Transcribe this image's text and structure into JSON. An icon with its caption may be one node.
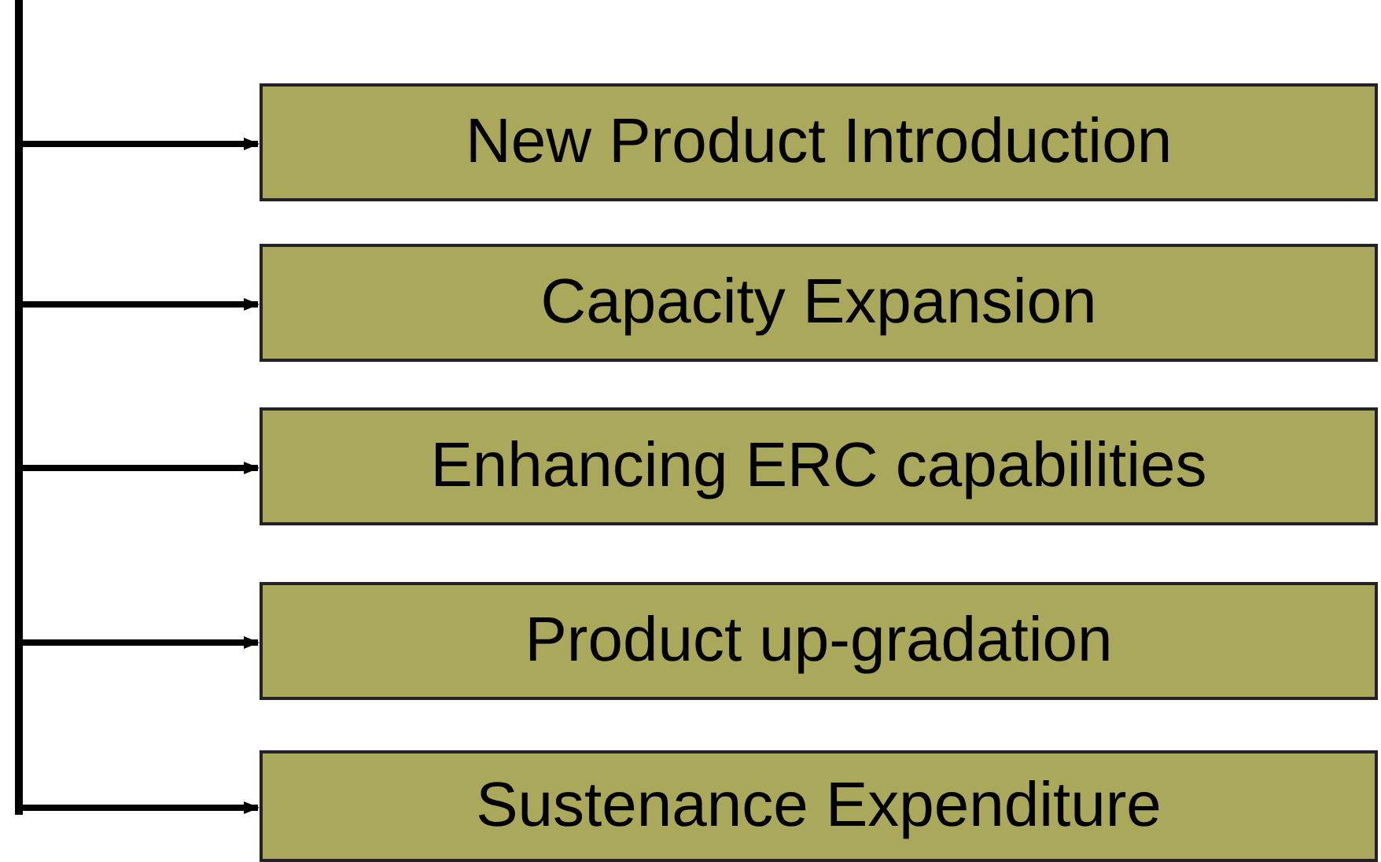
{
  "diagram": {
    "nodes": [
      {
        "text": [
          "New Product Introduction"
        ]
      },
      {
        "text": [
          "Capacity Expansion"
        ]
      },
      {
        "text": [
          "Enhancing ERC capabilities"
        ]
      },
      {
        "text": [
          "Product up-gradation"
        ]
      },
      {
        "text": [
          "Sustenance Expenditure"
        ]
      }
    ],
    "edges": [
      {
        "from": null,
        "to": 0,
        "arrow": "to"
      },
      {
        "from": null,
        "to": 1,
        "arrow": "to"
      },
      {
        "from": null,
        "to": 2,
        "arrow": "to"
      },
      {
        "from": null,
        "to": 3,
        "arrow": "to"
      },
      {
        "from": null,
        "to": 4,
        "arrow": "to"
      }
    ]
  }
}
